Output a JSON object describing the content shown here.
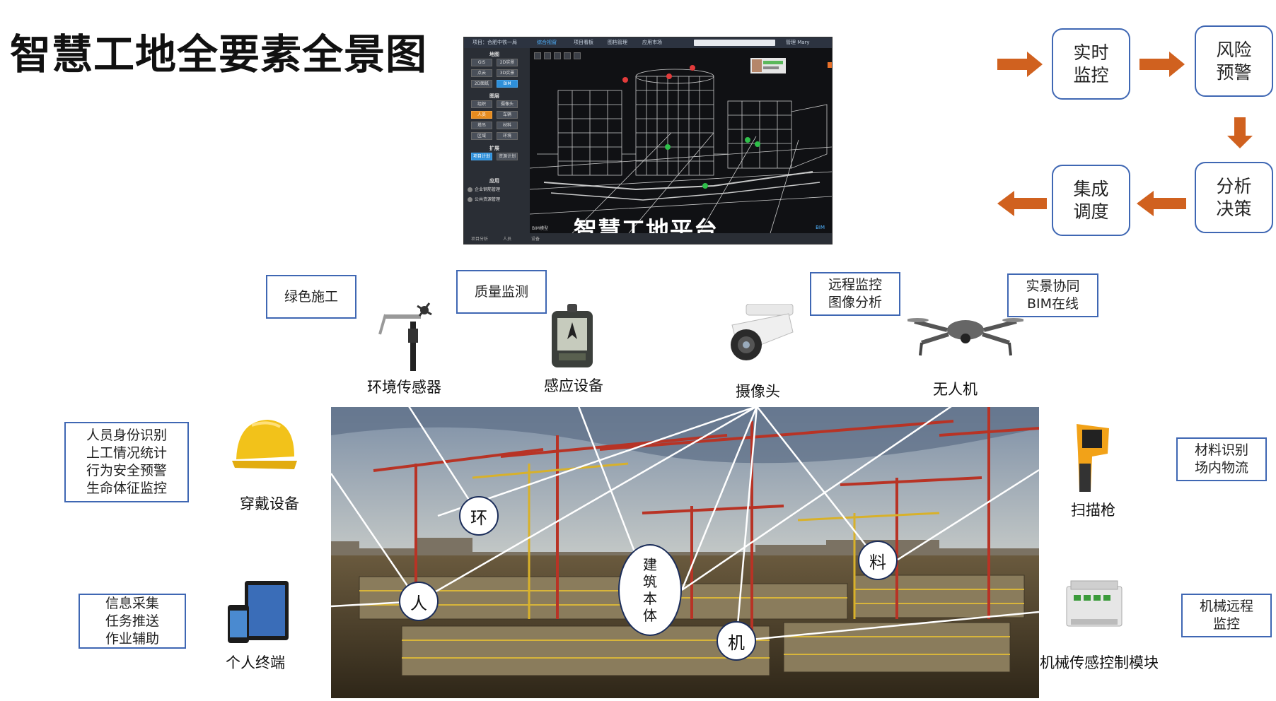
{
  "title": "智慧工地全要素全景图",
  "platform": {
    "menu": [
      "项目：合肥中铁一局",
      "综合视窗",
      "项目看板",
      "图档管理",
      "应用市场"
    ],
    "user": "管理  Mary",
    "sections": {
      "map": "地图",
      "layer": "图层",
      "extend": "扩展",
      "apps": "应用"
    },
    "map_buttons": [
      "GIS",
      "2D实景",
      "点云",
      "3D实景",
      "2D图纸",
      "BIM"
    ],
    "layer_buttons": [
      "组织",
      "摄像头",
      "人员",
      "车辆",
      "塔吊",
      "材料",
      "区域",
      "环境"
    ],
    "extend_buttons": [
      "项目计划",
      "资源计划"
    ],
    "app_items": [
      "企业钢筋管理",
      "公共资源管理"
    ],
    "bottom_tabs": [
      "项目分析",
      "人员",
      "设备"
    ],
    "corner_label": "BIM",
    "bottom_left": "BIM模型",
    "caption": "智慧工地平台"
  },
  "flow": {
    "realtime": "实时\n监控",
    "risk": "风险\n预警",
    "analysis": "分析\n决策",
    "dispatch": "集成\n调度"
  },
  "boxes": {
    "green": "绿色施工",
    "quality": "质量监测",
    "remote": "远程监控\n图像分析",
    "bim": "实景协同\nBIM在线",
    "person": "人员身份识别\n上工情况统计\n行为安全预警\n生命体征监控",
    "info": "信息采集\n任务推送\n作业辅助",
    "material": "材料识别\n场内物流",
    "machine_remote": "机械远程\n监控"
  },
  "devices": {
    "env_sensor": "环境传感器",
    "induction": "感应设备",
    "camera": "摄像头",
    "drone": "无人机",
    "wearable": "穿戴设备",
    "terminal": "个人终端",
    "scanner": "扫描枪",
    "machine_module": "机械传感控制模块"
  },
  "nodes": {
    "env": "环",
    "person": "人",
    "building": [
      "建",
      "筑",
      "本",
      "体"
    ],
    "material": "料",
    "machine": "机"
  },
  "colors": {
    "arrow": "#d0611f",
    "box_border": "#3f67b3"
  }
}
